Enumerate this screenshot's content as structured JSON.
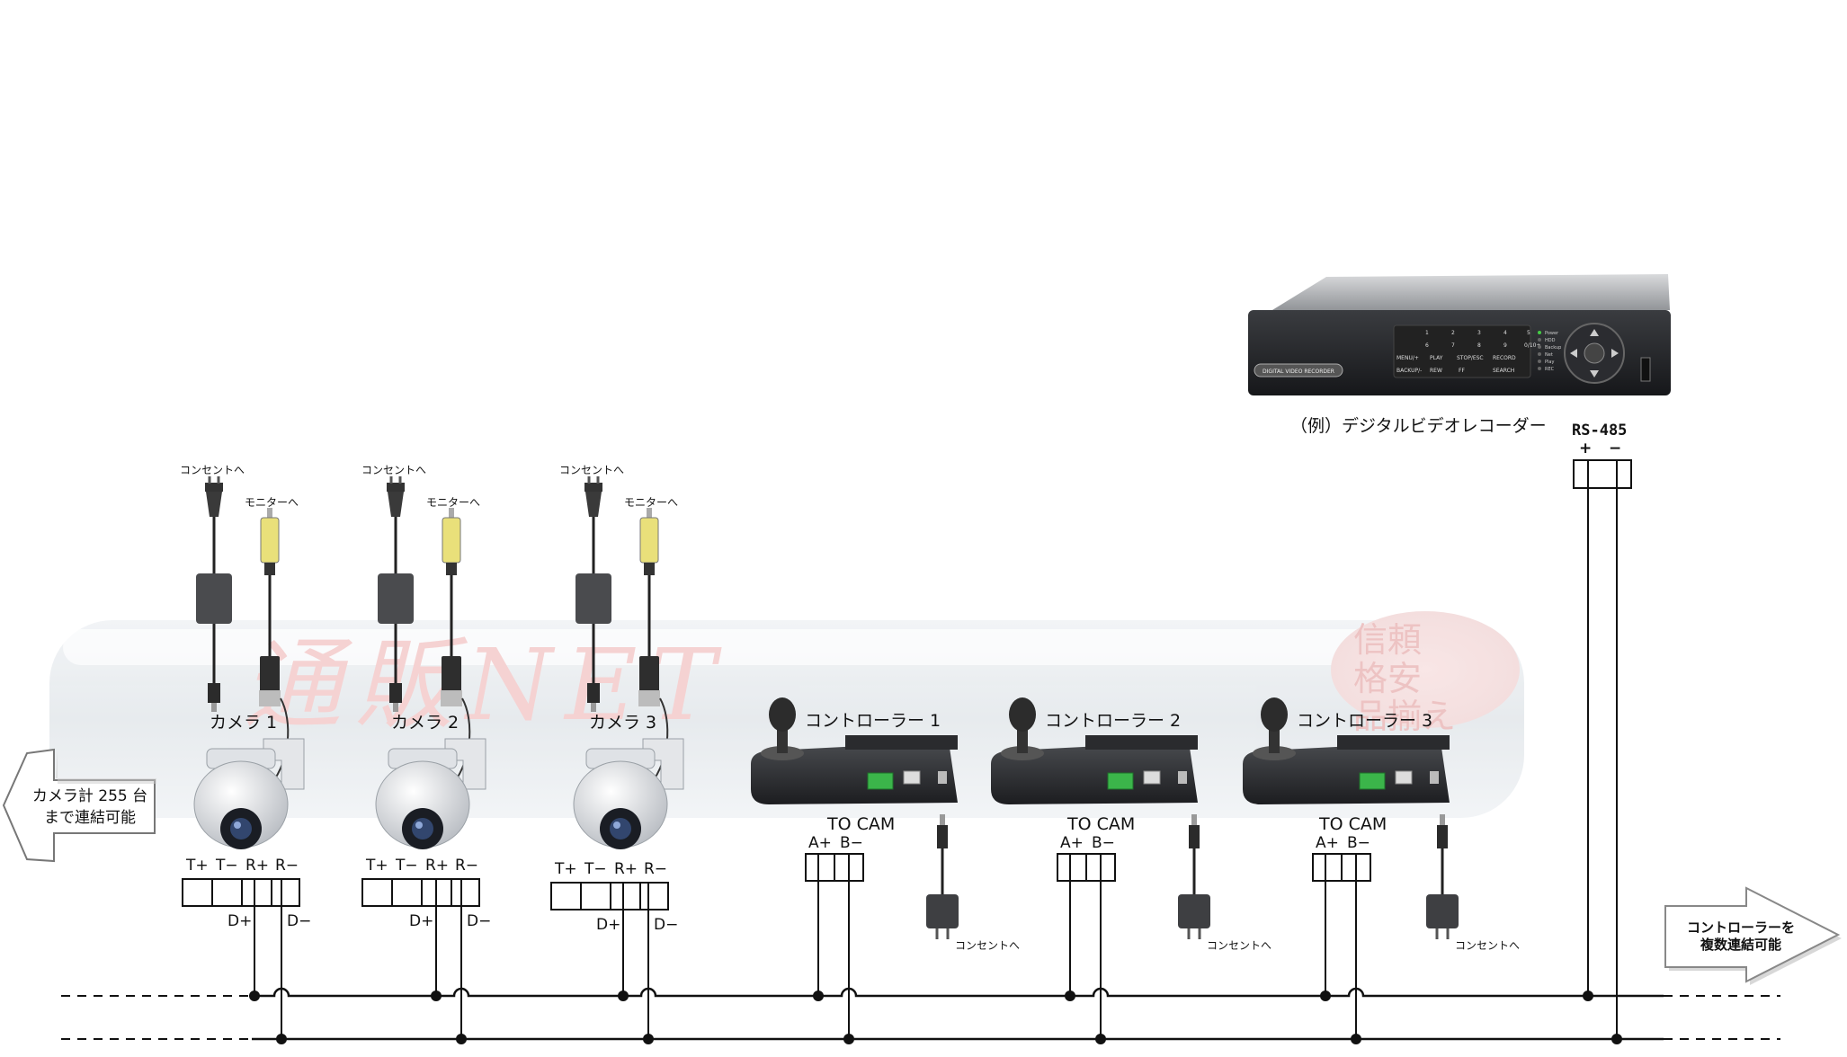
{
  "watermark": {
    "brand": "通販NET",
    "badge": [
      "信頼",
      "格安",
      "品揃え"
    ]
  },
  "recorder": {
    "panel_label": "DIGITAL VIDEO RECORDER",
    "keypad": [
      "1",
      "2",
      "3",
      "4",
      "5",
      "6",
      "7",
      "8",
      "9",
      "0/10+"
    ],
    "buttons": [
      "MENU/+",
      "PLAY",
      "STOP/ESC",
      "RECORD",
      "BACKUP/-",
      "REW",
      "FF",
      "SEARCH"
    ],
    "status_leds": [
      "Power",
      "HDD",
      "Backup",
      "Net",
      "Play",
      "REC"
    ],
    "caption": "（例）デジタルビデオレコーダー",
    "port_label": "RS-485",
    "port_plus": "+",
    "port_minus": "−"
  },
  "cameras": [
    {
      "name": "カメラ 1",
      "plug_label": "コンセントへ",
      "monitor_label": "モニターへ",
      "terminals": [
        "T+",
        "T−",
        "R+",
        "R−"
      ],
      "d_plus": "D+",
      "d_minus": "D−"
    },
    {
      "name": "カメラ 2",
      "plug_label": "コンセントへ",
      "monitor_label": "モニターへ",
      "terminals": [
        "T+",
        "T−",
        "R+",
        "R−"
      ],
      "d_plus": "D+",
      "d_minus": "D−"
    },
    {
      "name": "カメラ 3",
      "plug_label": "コンセントへ",
      "monitor_label": "モニターへ",
      "terminals": [
        "T+",
        "T−",
        "R+",
        "R−"
      ],
      "d_plus": "D+",
      "d_minus": "D−"
    }
  ],
  "controllers": [
    {
      "name": "コントローラー 1",
      "port": "TO CAM",
      "a_plus": "A+",
      "b_minus": "B−",
      "outlet": "コンセントへ"
    },
    {
      "name": "コントローラー 2",
      "port": "TO CAM",
      "a_plus": "A+",
      "b_minus": "B−",
      "outlet": "コンセントへ"
    },
    {
      "name": "コントローラー 3",
      "port": "TO CAM",
      "a_plus": "A+",
      "b_minus": "B−",
      "outlet": "コンセントへ"
    }
  ],
  "left_arrow": {
    "line1": "カメラ計 255 台",
    "line2": "まで連結可能"
  },
  "right_arrow": {
    "line1": "コントローラーを",
    "line2": "複数連結可能"
  }
}
